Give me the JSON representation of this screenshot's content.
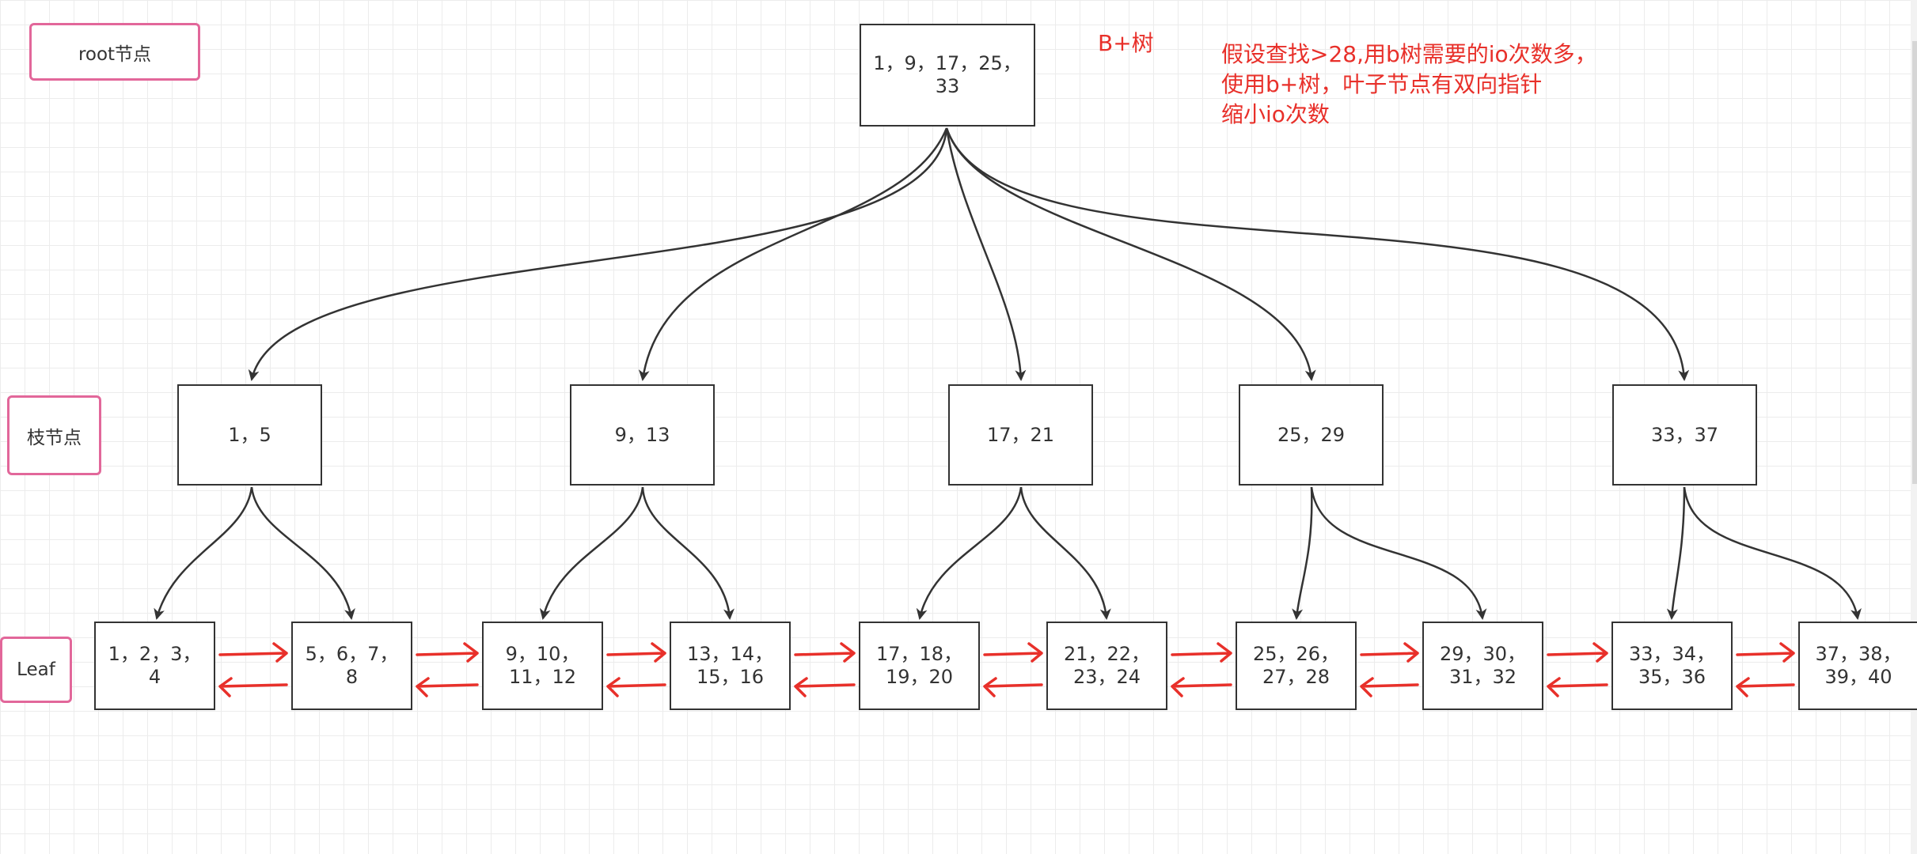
{
  "labels": {
    "root": "root节点",
    "branch": "枝节点",
    "leaf": "Leaf"
  },
  "title": "B+树",
  "note": "假设查找>28,用b树需要的io次数多，\n使用b+树，叶子节点有双向指针\n缩小io次数",
  "root_node": "1，9，17，25，\n33",
  "branch_nodes": [
    "1，5",
    "9，13",
    "17，21",
    "25，29",
    "33，37"
  ],
  "leaf_nodes": [
    "1，2，3，\n4",
    "5，6，7，\n8",
    "9，10，\n11，12",
    "13，14，\n15，16",
    "17，18，\n19，20",
    "21，22，\n23，24",
    "25，26，\n27，28",
    "29，30，\n31，32",
    "33，34，\n35，36",
    "37，38，\n39，40"
  ],
  "colors": {
    "tag_border": "#e2679a",
    "note_text": "#e8302a",
    "node_border": "#333333",
    "pointer_arrow": "#e8302a"
  }
}
